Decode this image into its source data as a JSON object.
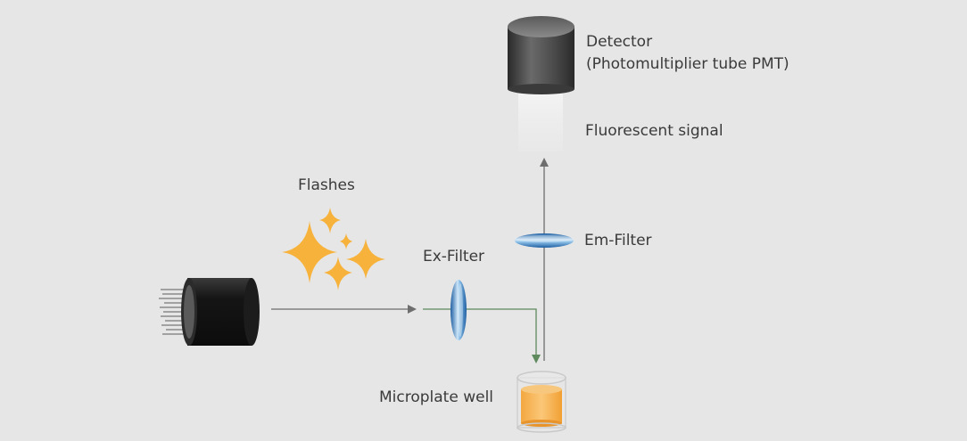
{
  "labels": {
    "detector": "Detector",
    "detector_sub": "(Photomultiplier tube PMT)",
    "fluorescent_signal": "Fluorescent signal",
    "flashes": "Flashes",
    "ex_filter": "Ex-Filter",
    "em_filter": "Em-Filter",
    "microplate_well": "Microplate well"
  },
  "colors": {
    "background": "#e6e6e6",
    "excitation_path": "#5e8a5e",
    "light_path": "#6e6e6e",
    "flash": "#f7b23b",
    "filter": "#3f86c8",
    "sample": "#f6b659",
    "detector": "#4a4a4a"
  },
  "icons": {
    "light_source": "fiber-bundle-icon",
    "flashes": "sparkle-icon",
    "detector": "pmt-cylinder-icon",
    "well": "microplate-well-icon"
  }
}
